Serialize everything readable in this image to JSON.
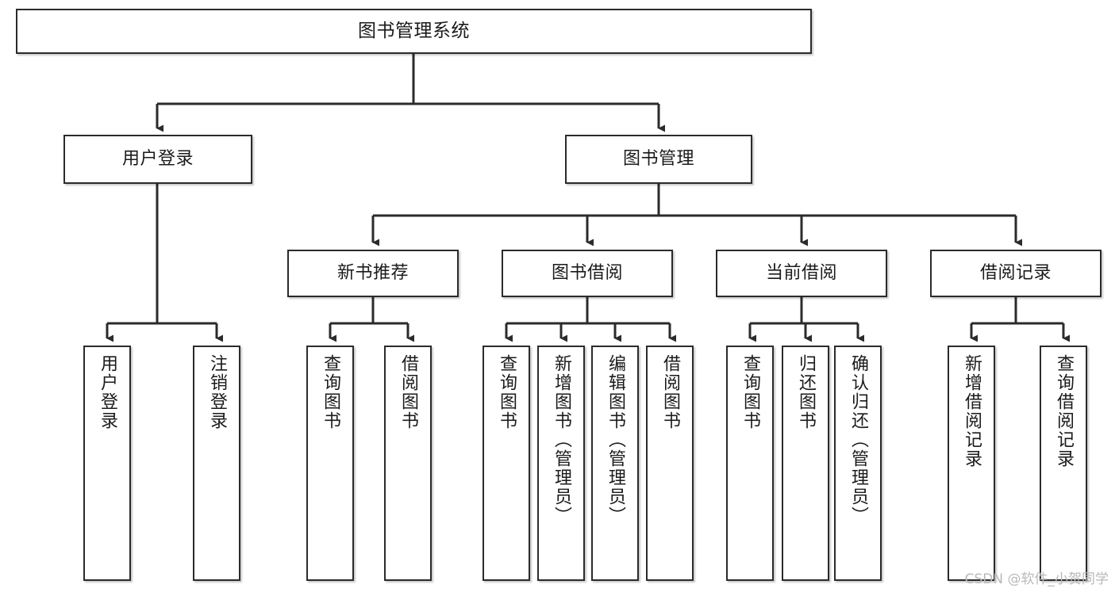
{
  "diagram": {
    "type": "tree",
    "title": "图书管理系统",
    "root": {
      "label": "图书管理系统"
    },
    "level2": [
      {
        "label": "用户登录"
      },
      {
        "label": "图书管理"
      }
    ],
    "level3": [
      {
        "label": "新书推荐"
      },
      {
        "label": "图书借阅"
      },
      {
        "label": "当前借阅"
      },
      {
        "label": "借阅记录"
      }
    ],
    "leaves": {
      "user_login": [
        {
          "label": "用户登录"
        },
        {
          "label": "注销登录"
        }
      ],
      "new_book_recommend": [
        {
          "label": "查询图书"
        },
        {
          "label": "借阅图书"
        }
      ],
      "book_borrow": [
        {
          "label": "查询图书"
        },
        {
          "label": "新增图书（管理员）"
        },
        {
          "label": "编辑图书（管理员）"
        },
        {
          "label": "借阅图书"
        }
      ],
      "current_borrow": [
        {
          "label": "查询图书"
        },
        {
          "label": "归还图书"
        },
        {
          "label": "确认归还（管理员）"
        }
      ],
      "borrow_record": [
        {
          "label": "新增借阅记录"
        },
        {
          "label": "查询借阅记录"
        }
      ]
    }
  },
  "watermark": {
    "text": "CSDN @软件_小贺同学"
  },
  "colors": {
    "border": "#2b2b2b",
    "text": "#1b1b1b",
    "background": "#ffffff",
    "connector": "#2b2b2b",
    "watermark": "#b9b9b9"
  }
}
